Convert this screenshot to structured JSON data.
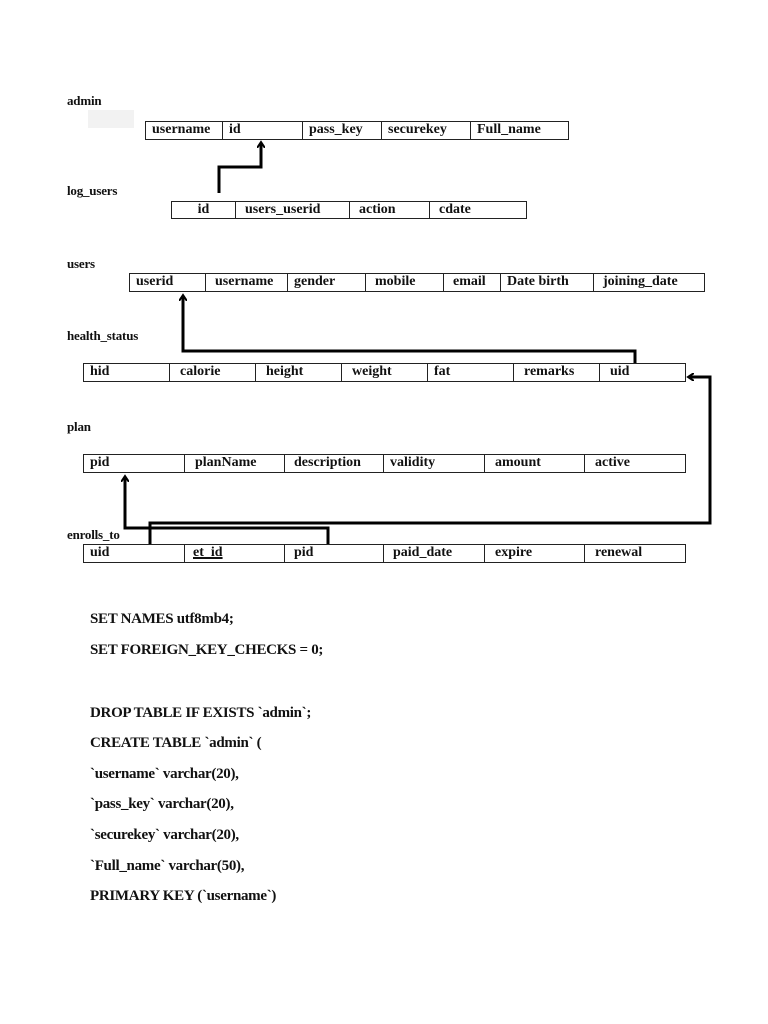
{
  "tables": {
    "admin": {
      "label": "admin",
      "columns": [
        "username",
        "id",
        "pass_key",
        "securekey",
        "Full_name"
      ]
    },
    "log_users": {
      "label": "log_users",
      "columns": [
        "id",
        "users_userid",
        "action",
        "cdate"
      ]
    },
    "users": {
      "label": "users",
      "columns": [
        "userid",
        "username",
        "gender",
        "mobile",
        "email",
        "Date birth",
        "joining_date"
      ]
    },
    "health_status": {
      "label": "health_status",
      "columns": [
        "hid",
        "calorie",
        "height",
        "weight",
        "fat",
        "remarks",
        "uid"
      ]
    },
    "plan": {
      "label": "plan",
      "columns": [
        "pid",
        "planName",
        "description",
        "validity",
        "amount",
        "active"
      ]
    },
    "enrolls_to": {
      "label": "enrolls_to",
      "columns": [
        "uid",
        "et_id",
        "pid",
        "paid_date",
        "expire",
        "renewal"
      ]
    }
  },
  "relationships": [
    {
      "from": "log_users.id",
      "to": "admin.id"
    },
    {
      "from": "health_status.uid",
      "to": "users.userid"
    },
    {
      "from": "enrolls_to.uid",
      "to": "health_status.uid"
    },
    {
      "from": "enrolls_to.pid",
      "to": "plan.pid"
    }
  ],
  "sql": {
    "lines": [
      "SET NAMES utf8mb4;",
      "SET FOREIGN_KEY_CHECKS = 0;",
      "",
      "DROP TABLE IF EXISTS `admin`;",
      "CREATE TABLE `admin` (",
      "`username` varchar(20),",
      "`pass_key` varchar(20),",
      "`securekey` varchar(20),",
      "`Full_name` varchar(50),",
      "PRIMARY KEY (`username`)"
    ]
  }
}
